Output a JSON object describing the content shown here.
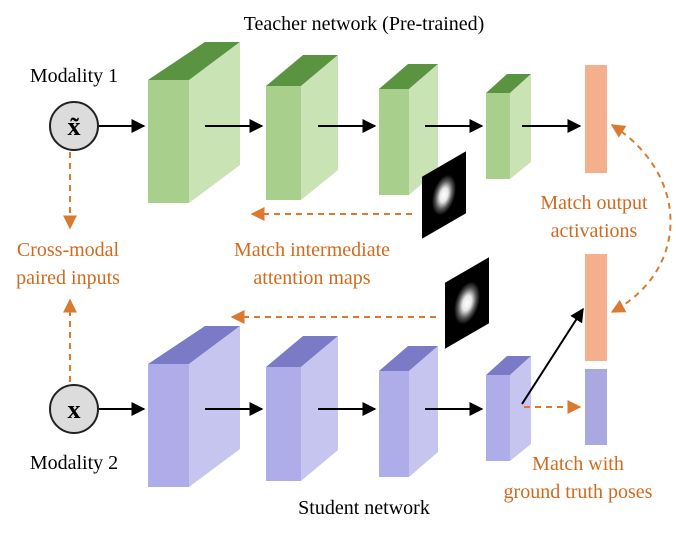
{
  "labels": {
    "teacher_title": "Teacher network (Pre-trained)",
    "student_title": "Student network",
    "modality1": "Modality 1",
    "modality2": "Modality 2",
    "input_teacher_symbol": "x̃",
    "input_student_symbol": "x",
    "crossmodal_line1": "Cross-modal",
    "crossmodal_line2": "paired inputs",
    "attention_line1": "Match intermediate",
    "attention_line2": "attention maps",
    "output_line1": "Match output",
    "output_line2": "activations",
    "gt_line1": "Match with",
    "gt_line2": "ground truth poses"
  },
  "colors": {
    "teacher_front": "#dff0d3",
    "teacher_side": "#9cc482",
    "teacher_top": "#5a9440",
    "student_front": "#d3d3f6",
    "student_side": "#a8a8e2",
    "student_top": "#7a7ac6",
    "orange_text": "#d26a1e",
    "orange_arrow": "#d97a30",
    "output_bar": "#f4b08c",
    "gt_bar": "#aaa9df",
    "circle_fill": "#dcdcdc",
    "black": "#000000"
  }
}
